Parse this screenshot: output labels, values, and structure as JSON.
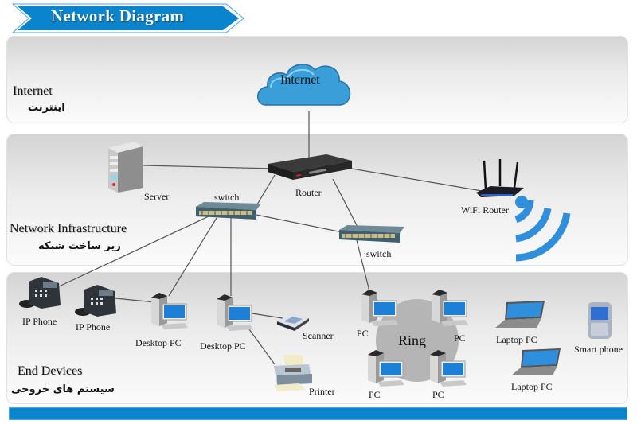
{
  "title": "Network Diagram",
  "colors": {
    "accent": "#0a84cc",
    "cloud": "#3a9fd8",
    "wifi": "#2f8fdc"
  },
  "layers": [
    {
      "id": "internet",
      "title": "Internet",
      "subtitle": "اینترنت"
    },
    {
      "id": "infrastructure",
      "title": "Network Infrastructure",
      "subtitle": "زیر ساخت شبکه"
    },
    {
      "id": "end_devices",
      "title": "End Devices",
      "subtitle": "سیستم های خروجی"
    }
  ],
  "nodes": {
    "internet": "Internet",
    "server": "Server",
    "router": "Router",
    "wifi_router": "WiFi Router",
    "switch1": "switch",
    "switch2": "switch",
    "ip_phone1": "IP Phone",
    "ip_phone2": "IP Phone",
    "desktop1": "Desktop PC",
    "desktop2": "Desktop PC",
    "scanner": "Scanner",
    "printer": "Printer",
    "ring": "Ring",
    "pc1": "PC",
    "pc2": "PC",
    "pc3": "PC",
    "pc4": "PC",
    "laptop1": "Laptop PC",
    "laptop2": "Laptop PC",
    "smartphone": "Smart phone"
  },
  "edges": [
    [
      "internet",
      "router"
    ],
    [
      "server",
      "router"
    ],
    [
      "router",
      "wifi_router"
    ],
    [
      "router",
      "switch1"
    ],
    [
      "router",
      "switch2"
    ],
    [
      "switch1",
      "switch2"
    ],
    [
      "switch1",
      "ip_phone1"
    ],
    [
      "switch1",
      "desktop1"
    ],
    [
      "switch1",
      "desktop2"
    ],
    [
      "switch2",
      "pc1"
    ],
    [
      "ip_phone2",
      "desktop1"
    ],
    [
      "desktop2",
      "scanner"
    ],
    [
      "desktop2",
      "printer"
    ]
  ]
}
